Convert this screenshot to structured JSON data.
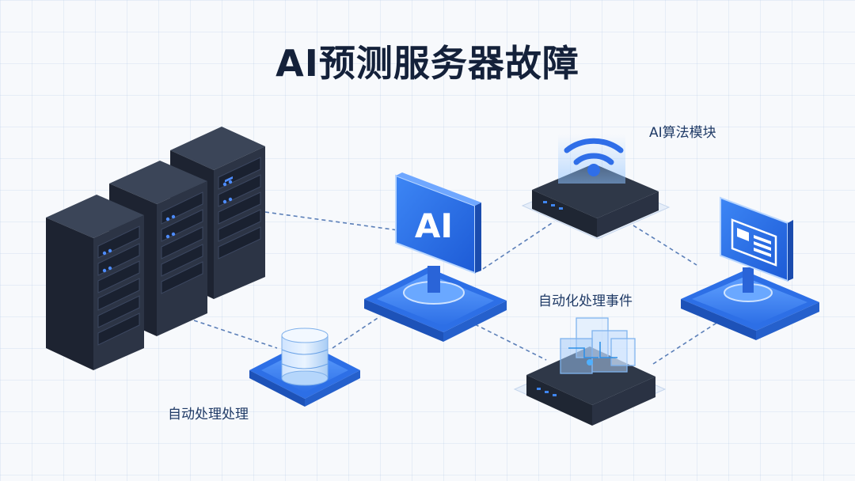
{
  "title": "AI预测服务器故障",
  "ai_node_text": "AI",
  "labels": {
    "algorithm_module": "AI算法模块",
    "auto_event": "自动化处理事件",
    "auto_process": "自动处理处理"
  },
  "colors": {
    "rack_body": "#2c3445",
    "rack_side": "#1d2331",
    "rack_top": "#3b4558",
    "accent_blue": "#2f6ee8",
    "platform_blue": "#3f86f0",
    "link_line": "#5b7fb8",
    "title": "#14213a"
  }
}
